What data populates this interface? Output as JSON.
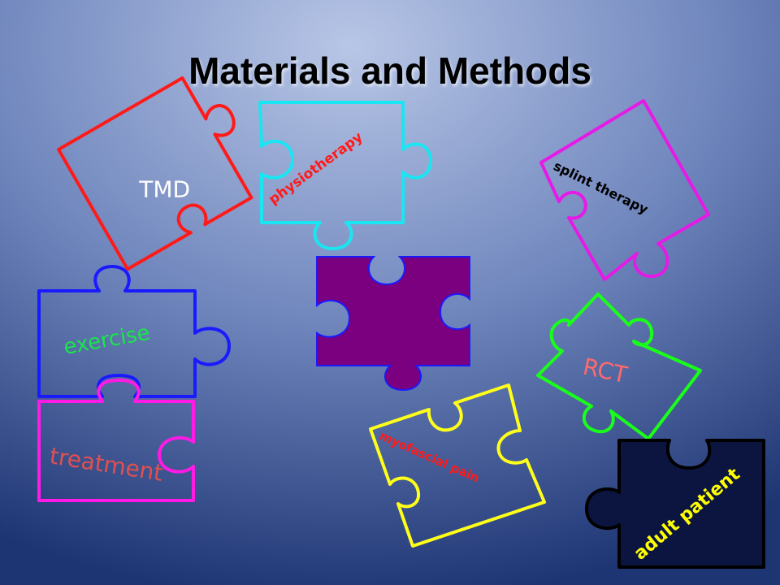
{
  "slide": {
    "title": "Materials and Methods",
    "background": {
      "center": "#b8c6e6",
      "mid": "#6f86bd",
      "edge": "#1e3574"
    }
  },
  "pieces": [
    {
      "id": "tmd",
      "label": "TMD",
      "stroke": "#ff1a1a",
      "label_color": "#ffffff"
    },
    {
      "id": "physiotherapy",
      "label": "physiotherapy",
      "stroke": "#19e6f2",
      "label_color": "#ff1a1a"
    },
    {
      "id": "splint",
      "label": "splint therapy",
      "stroke": "#e61ae6",
      "label_color": "#000000"
    },
    {
      "id": "center",
      "label": "",
      "fill": "#7a007f",
      "stroke": "#1a1aff"
    },
    {
      "id": "exercise",
      "label": "exercise",
      "stroke": "#1a1aff",
      "label_color": "#19e64a"
    },
    {
      "id": "treatment",
      "label": "treatment",
      "stroke": "#ff1ae6",
      "label_color": "#e05050"
    },
    {
      "id": "rct",
      "label": "RCT",
      "stroke": "#19ff19",
      "label_color": "#ff6a6a"
    },
    {
      "id": "myofascial",
      "label": "myofascial pain",
      "stroke": "#ffff19",
      "label_color": "#ff1a1a"
    },
    {
      "id": "adult",
      "label": "adult patient",
      "fill": "#0b1540",
      "stroke": "#000000",
      "label_color": "#ffff00"
    }
  ]
}
